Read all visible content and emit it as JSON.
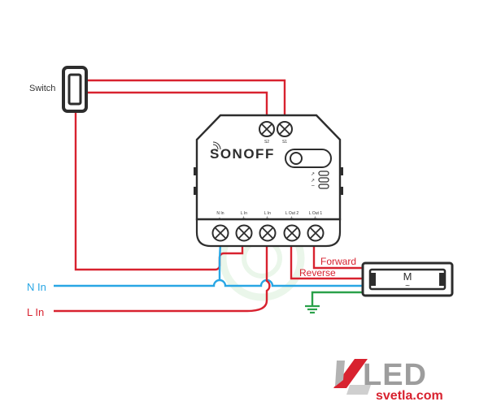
{
  "labels": {
    "switch": "Switch",
    "n_in": "N In",
    "l_in": "L In",
    "forward": "Forward",
    "reverse": "Reverse"
  },
  "device": {
    "brand": "SONOFF",
    "top_terminals": [
      "S2",
      "S1"
    ],
    "bottom_terminals": [
      "N In",
      "L In",
      "L In",
      "L Out 2",
      "L Out 1"
    ]
  },
  "motor": {
    "label": "M",
    "symbol": "~"
  },
  "logo": {
    "word": "LED",
    "site": "svetla.com"
  },
  "colors": {
    "live": "#d8222f",
    "neutral": "#28a6e4",
    "earth": "#2aa14a",
    "outline": "#2d2d2d"
  }
}
